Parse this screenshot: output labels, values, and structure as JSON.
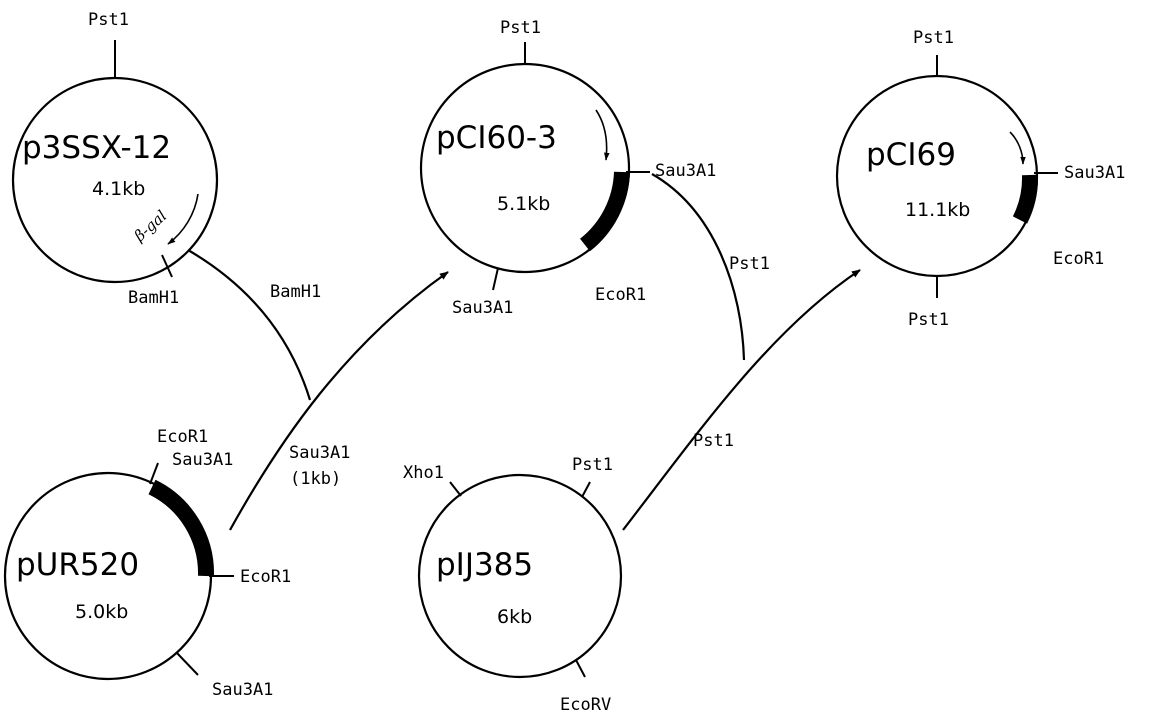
{
  "plasmids": {
    "p3ssx": {
      "name": "p3SSX-12",
      "size": "4.1kb",
      "gene": "β-gal",
      "pst": "Pst1",
      "bam": "BamH1"
    },
    "pci60": {
      "name": "pCI60-3",
      "size": "5.1kb",
      "pst": "Pst1",
      "sau_right": "Sau3A1",
      "eco": "EcoR1",
      "sau_bottom": "Sau3A1"
    },
    "pci69": {
      "name": "pCI69",
      "size": "11.1kb",
      "pst_top": "Pst1",
      "sau": "Sau3A1",
      "eco": "EcoR1",
      "pst_bottom": "Pst1"
    },
    "pur520": {
      "name": "pUR520",
      "size": "5.0kb",
      "eco_top": "EcoR1",
      "sau_top": "Sau3A1",
      "eco_right": "EcoR1",
      "sau_bottom": "Sau3A1"
    },
    "pij385": {
      "name": "pIJ385",
      "size": "6kb",
      "xho": "Xho1",
      "pst": "Pst1",
      "ecorv": "EcoRV"
    }
  },
  "arrows": {
    "left": {
      "enzyme_a": "BamH1",
      "enzyme_b": "Sau3A1",
      "fragment": "(1kb)"
    },
    "right": {
      "enzyme_a": "Pst1",
      "enzyme_b": "Pst1"
    }
  }
}
